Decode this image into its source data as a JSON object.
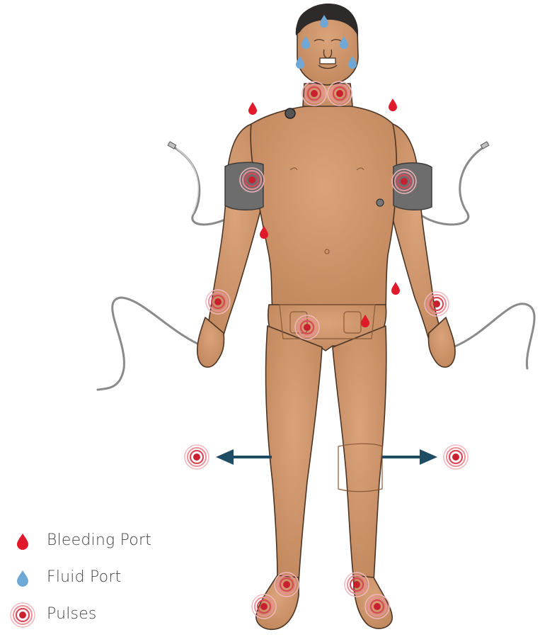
{
  "legend": {
    "bleeding": "Bleeding Port",
    "fluid": "Fluid Port",
    "pulses": "Pulses"
  },
  "colors": {
    "skin": "#c98f66",
    "skin_shadow": "#b07851",
    "outline": "#4a3526",
    "hair": "#2e2a2a",
    "bleeding": "#e0192b",
    "fluid": "#6fa8d6",
    "pulse": "#c8202e",
    "arrow": "#1e4c64",
    "cuff": "#6d6d6d"
  },
  "icons": [
    "bleeding-drop-icon",
    "fluid-drop-icon",
    "pulse-target-icon",
    "arrow-left-icon",
    "arrow-right-icon"
  ]
}
